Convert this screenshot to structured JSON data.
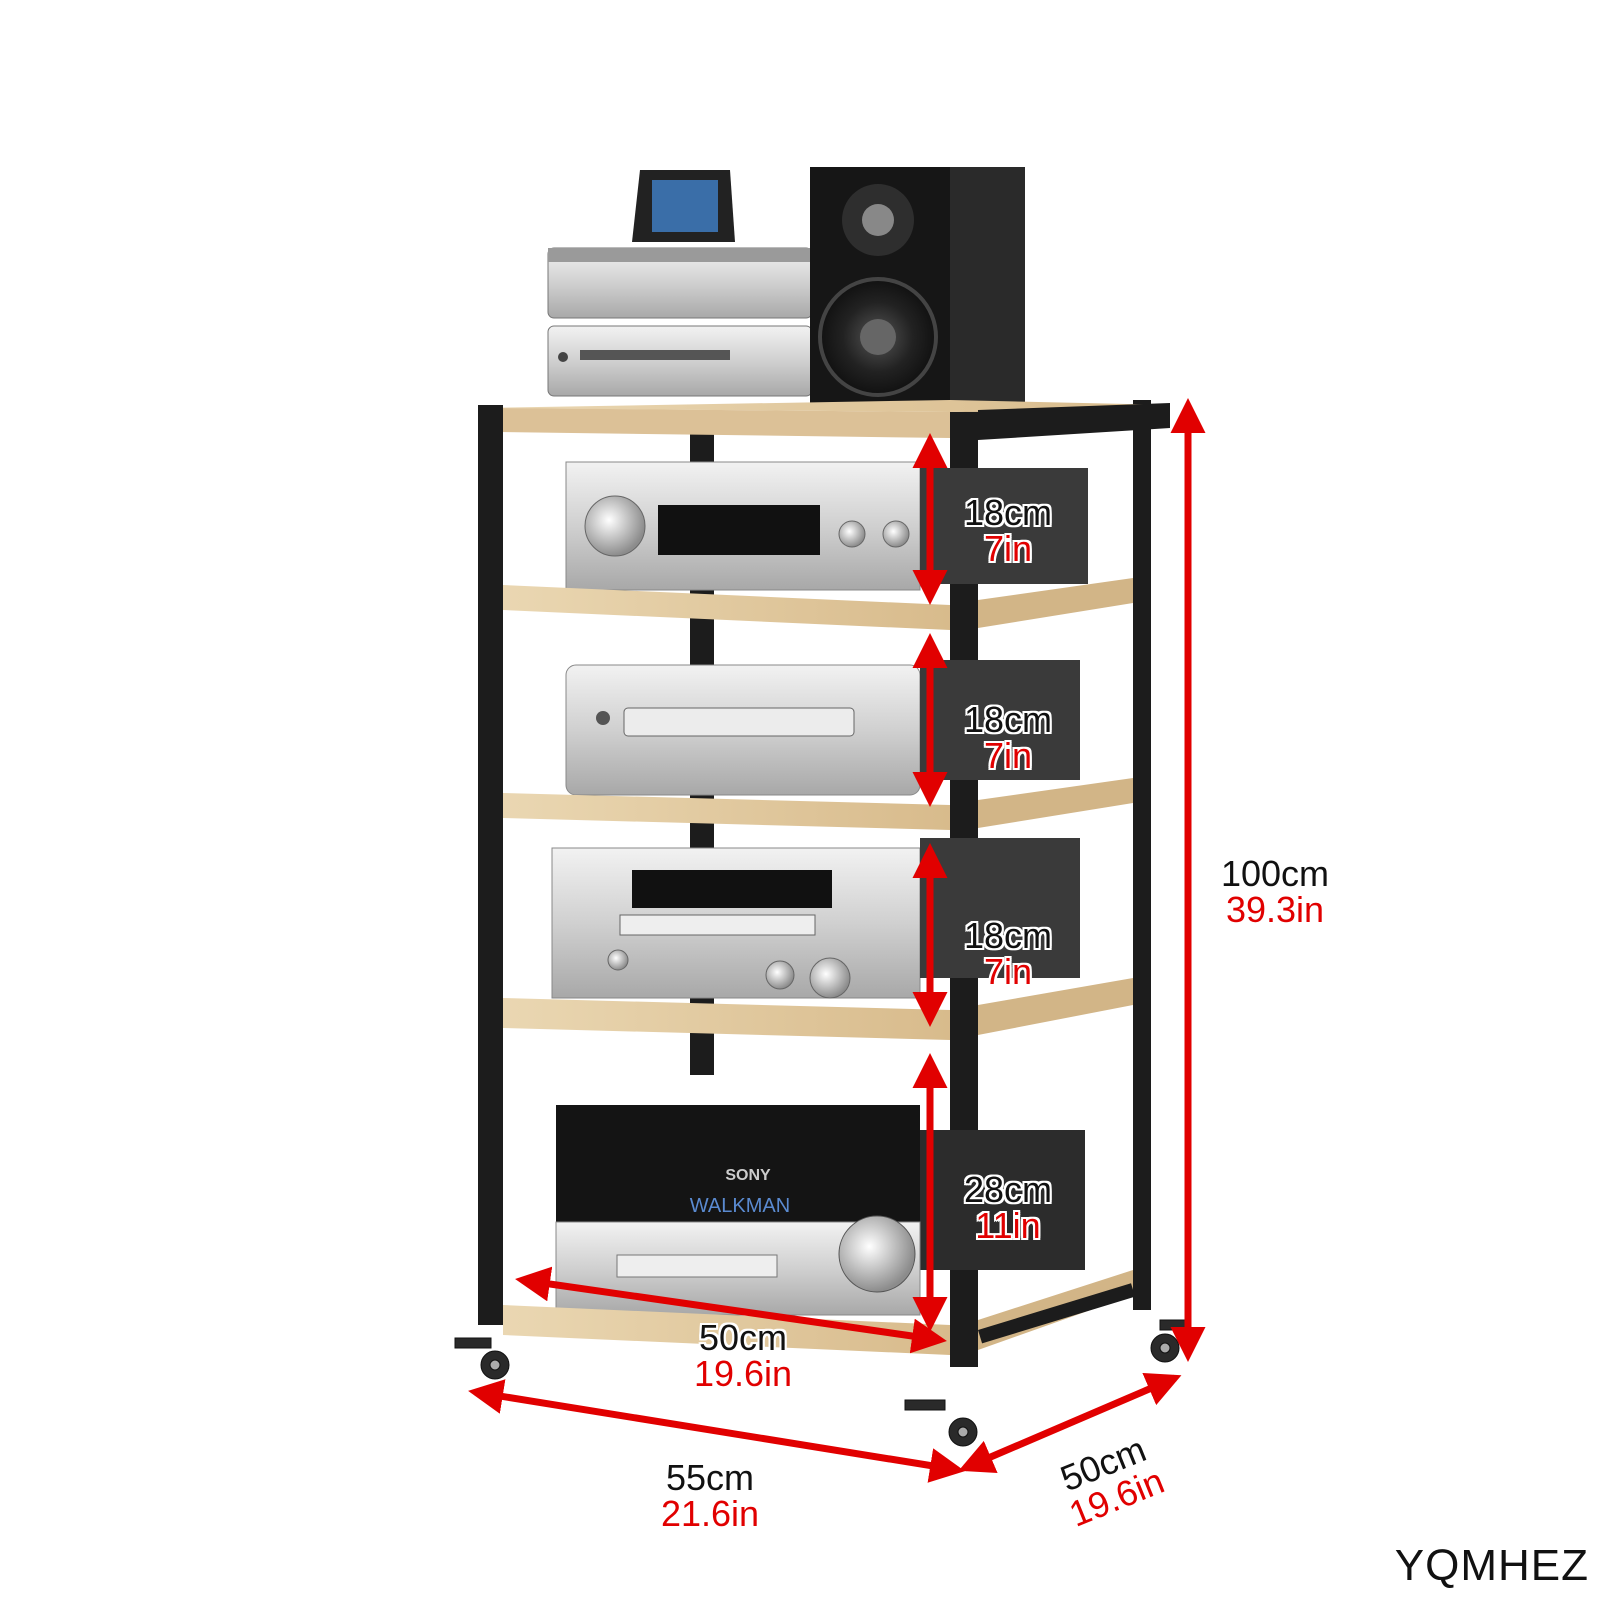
{
  "colors": {
    "frame": "#1a1a1a",
    "wood": "#e2c9a0",
    "arrow": "#e10000",
    "device_silver": "#c8c8c8",
    "device_dark": "#202020"
  },
  "dimensions": {
    "shelf_gap_1": {
      "cm": "18cm",
      "in": "7in"
    },
    "shelf_gap_2": {
      "cm": "18cm",
      "in": "7in"
    },
    "shelf_gap_3": {
      "cm": "18cm",
      "in": "7in"
    },
    "bottom_gap": {
      "cm": "28cm",
      "in": "11in"
    },
    "total_height": {
      "cm": "100cm",
      "in": "39.3in"
    },
    "shelf_width": {
      "cm": "50cm",
      "in": "19.6in"
    },
    "width": {
      "cm": "55cm",
      "in": "21.6in"
    },
    "depth": {
      "cm": "50cm",
      "in": "19.6in"
    }
  },
  "devices": {
    "bottom_brand": "SONY",
    "bottom_model": "WALKMAN"
  },
  "brand": "YQMHEZ"
}
